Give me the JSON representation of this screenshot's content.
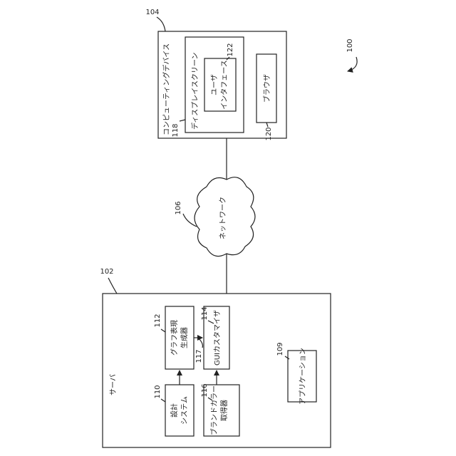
{
  "figure_ref": "100",
  "computing_device": {
    "ref": "104",
    "label": "コンピューティングデバイス",
    "display_screen": {
      "ref": "118",
      "label": "ディスプレイスクリーン",
      "user_interface": {
        "ref": "122",
        "line1": "ユーザ",
        "line2": "インタフェース"
      }
    },
    "browser": {
      "ref": "120",
      "label": "ブラウザ"
    }
  },
  "network": {
    "ref": "106",
    "label": "ネットワーク"
  },
  "server": {
    "ref": "102",
    "label": "サーバ",
    "graph_generator": {
      "ref": "112",
      "line1": "グラフ表現",
      "line2": "生成器"
    },
    "gui_customizer": {
      "ref": "114",
      "label": "GUIカスタマイザ"
    },
    "arrow_ref": "117",
    "design_system": {
      "ref": "110",
      "line1": "設計",
      "line2": "システム"
    },
    "brand_color_getter": {
      "ref": "116",
      "line1": "ブランドカラー",
      "line2": "取得器"
    },
    "application": {
      "ref": "109",
      "label": "アプリケーション"
    }
  }
}
